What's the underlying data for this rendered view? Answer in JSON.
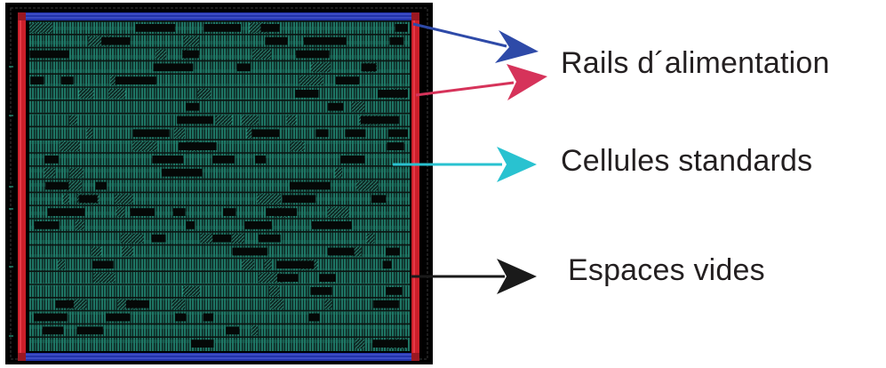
{
  "annotations": {
    "power_rails": "Rails d´alimentation",
    "standard_cells": "Cellules standards",
    "empty_spaces": "Espaces vides"
  },
  "colors": {
    "background": "#ffffff",
    "die_frame": "#000000",
    "cell_fill": "#0d2622",
    "cell_lines": "#33d6b4",
    "gap_fill": "#050807",
    "rail_blue": "#2233aa",
    "rail_red": "#cc1f2a",
    "arrow_blue": "#2e4aa8",
    "arrow_red": "#d6335a",
    "arrow_cyan": "#29c2d0",
    "arrow_black": "#1a1a1a",
    "text": "#231f20"
  }
}
